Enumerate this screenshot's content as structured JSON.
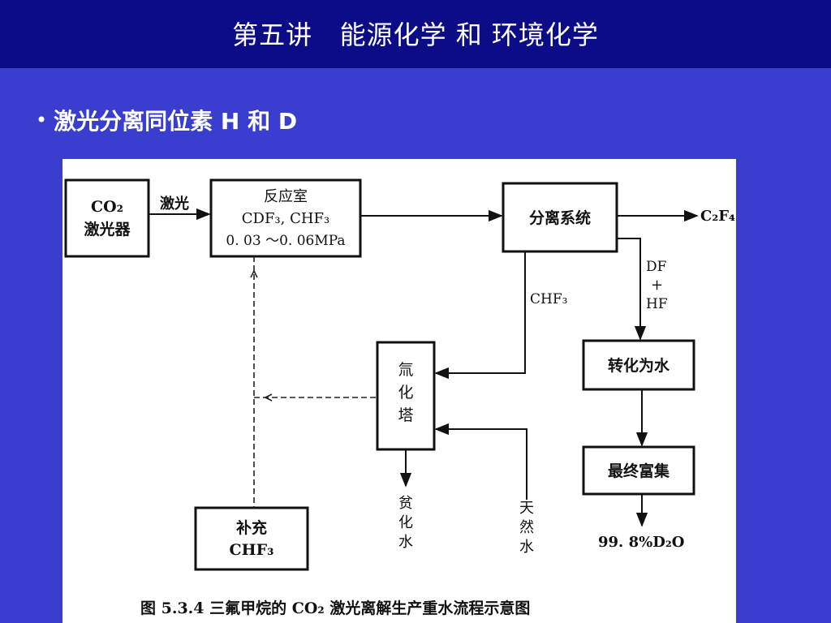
{
  "slide": {
    "title": "第五讲   能源化学 和 环境化学",
    "bullet": "激光分离同位素 H 和 D"
  },
  "diagram": {
    "nodes": {
      "laser": {
        "line1": "CO₂",
        "line2": "激光器"
      },
      "reactor": {
        "line1": "反应室",
        "line2": "CDF₃, CHF₃",
        "line3": "0. 03 ～0. 06MPa"
      },
      "separator": {
        "label": "分离系统"
      },
      "tower": {
        "line1": "氚",
        "line2": "化",
        "line3": "塔"
      },
      "convert": {
        "label": "转化为水"
      },
      "enrich": {
        "label": "最终富集"
      },
      "supplement": {
        "line1": "补充",
        "line2": "CHF₃"
      }
    },
    "edge_labels": {
      "laser_beam": "激光",
      "c2f4": "C₂F₄",
      "chf3": "CHF₃",
      "df": "DF",
      "plus": "+",
      "hf": "HF",
      "poor_water": [
        "贫",
        "化",
        "水"
      ],
      "natural_water": [
        "天",
        "然",
        "水"
      ],
      "product": "99. 8%D₂O"
    },
    "caption": "图 5.3.4    三氟甲烷的 CO₂ 激光离解生产重水流程示意图"
  },
  "colors": {
    "background": "#3a3ecf",
    "title_bar": "#0c0c86",
    "text": "#ffffff"
  }
}
